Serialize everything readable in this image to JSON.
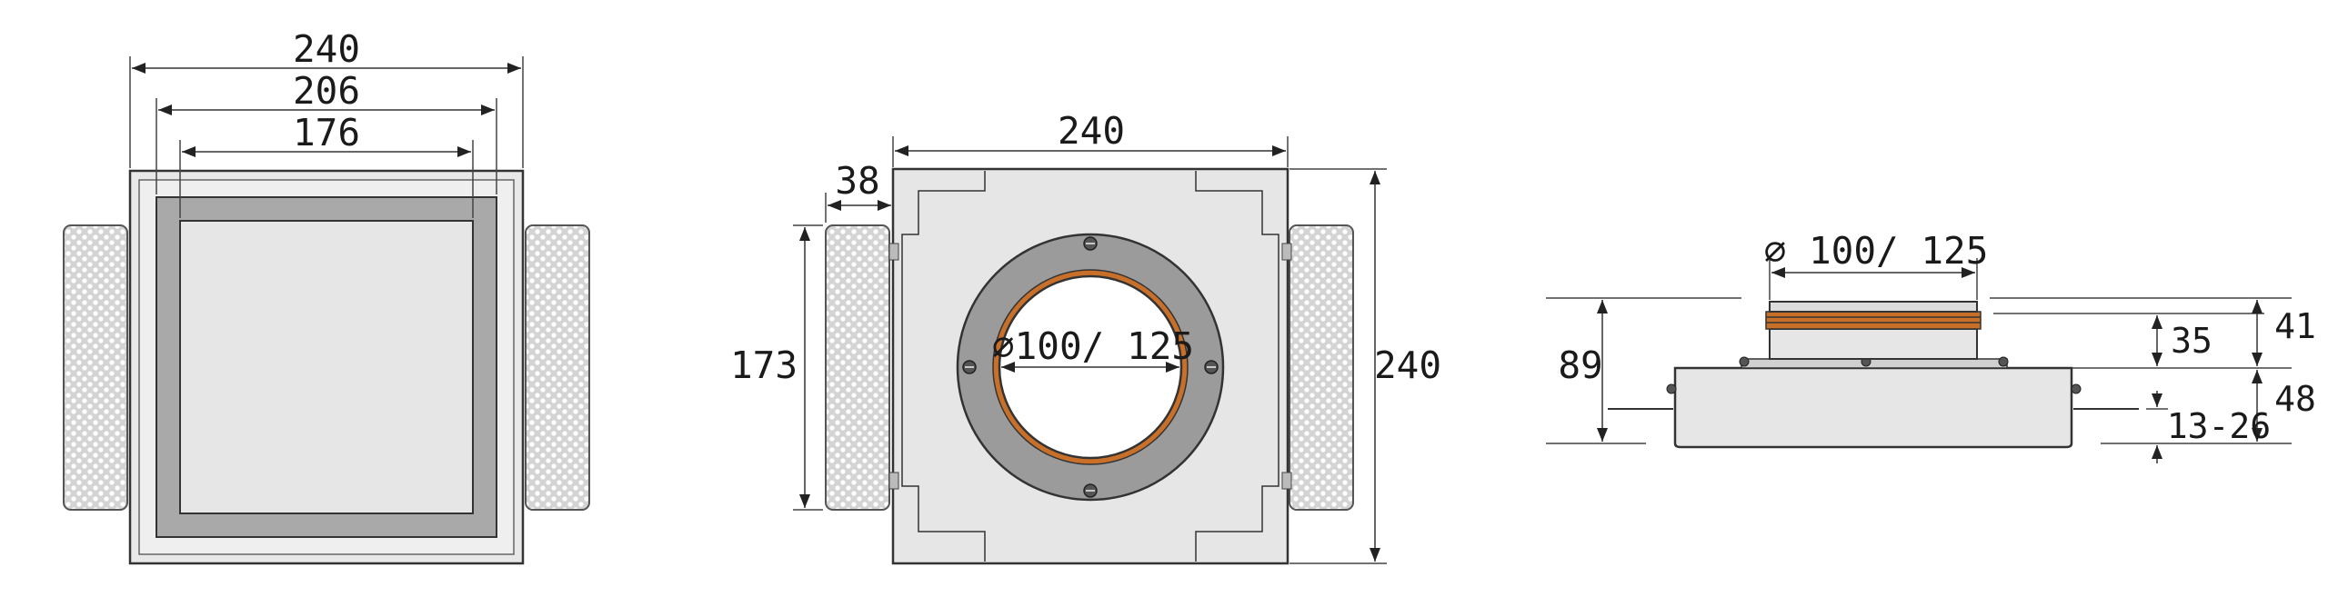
{
  "views": {
    "front": {
      "dim_outer": "240",
      "dim_middle": "206",
      "dim_inner": "176"
    },
    "top": {
      "dim_width": "240",
      "dim_side": "38",
      "dim_height_left": "173",
      "dim_height_right": "240",
      "diameter_label": "∅100/ 125"
    },
    "side": {
      "diameter_label": "∅ 100/ 125",
      "dim_total": "89",
      "dim_collar": "35",
      "dim_upper": "41",
      "dim_lower": "48",
      "dim_range": "13-26"
    }
  },
  "colors": {
    "housing": "#e6e6e6",
    "frame_grey": "#a9a9a9",
    "ring_grey": "#9b9b9b",
    "gasket": "#c8702a",
    "perforated": "#d8d8d8",
    "outline": "#333333"
  }
}
